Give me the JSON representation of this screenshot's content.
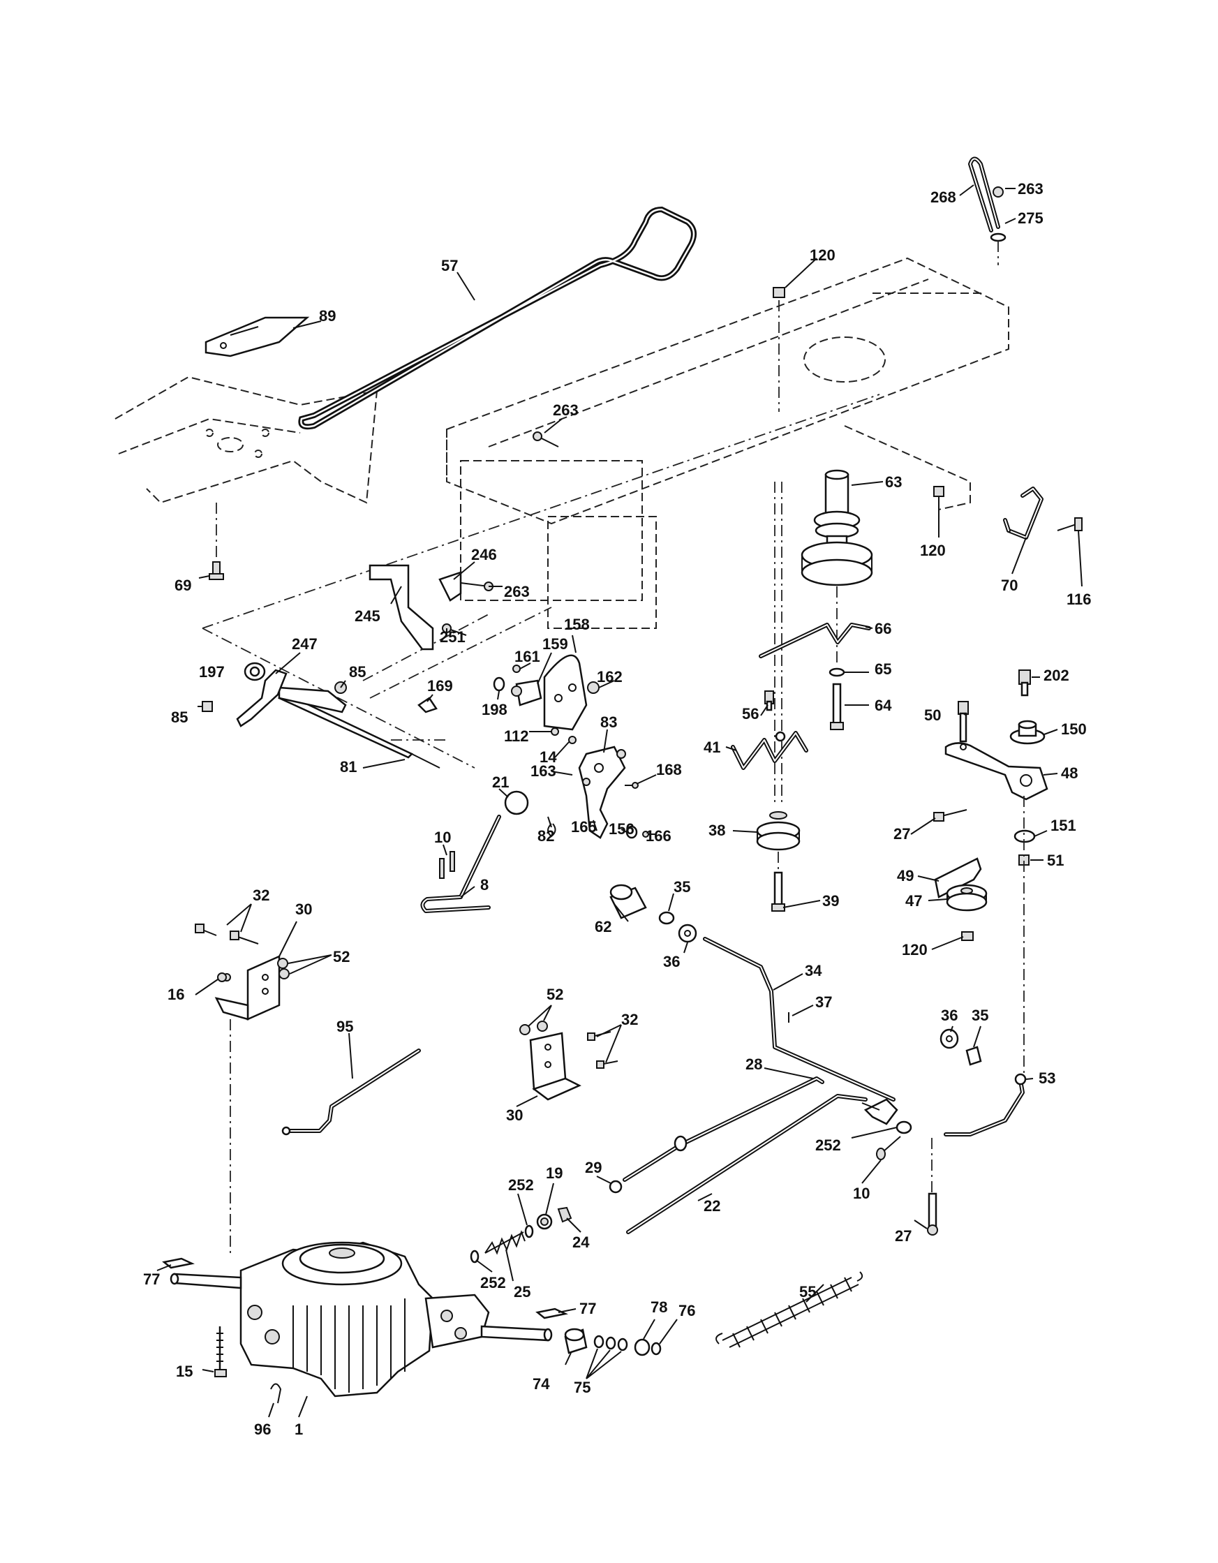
{
  "callouts": {
    "c268": "268",
    "c263a": "263",
    "c275": "275",
    "c120a": "120",
    "c57": "57",
    "c89": "89",
    "c263b": "263",
    "c63": "63",
    "c120b": "120",
    "c70": "70",
    "c116": "116",
    "c69": "69",
    "c246": "246",
    "c263c": "263",
    "c245": "245",
    "c251": "251",
    "c66": "66",
    "c65": "65",
    "c64": "64",
    "c202": "202",
    "c247": "247",
    "c197": "197",
    "c85a": "85",
    "c161": "161",
    "c159": "159",
    "c158": "158",
    "c169": "169",
    "c162": "162",
    "c198": "198",
    "c85b": "85",
    "c56": "56",
    "c50": "50",
    "c150": "150",
    "c112": "112",
    "c83": "83",
    "c41": "41",
    "c14": "14",
    "c48": "48",
    "c81": "81",
    "c21": "21",
    "c163": "163",
    "c168": "168",
    "c38": "38",
    "c27a": "27",
    "c151": "151",
    "c82": "82",
    "c165": "165",
    "c156": "156",
    "c166": "166",
    "c51": "51",
    "c10a": "10",
    "c49": "49",
    "c8": "8",
    "c35a": "35",
    "c39": "39",
    "c47": "47",
    "c32a": "32",
    "c30a": "30",
    "c62": "62",
    "c36a": "36",
    "c120c": "120",
    "c52a": "52",
    "c16": "16",
    "c34": "34",
    "c37": "37",
    "c52b": "52",
    "c95": "95",
    "c32b": "32",
    "c36b": "36",
    "c35b": "35",
    "c28": "28",
    "c53": "53",
    "c30b": "30",
    "c252a": "252",
    "c29": "29",
    "c10b": "10",
    "c19": "19",
    "c252b": "252",
    "c22": "22",
    "c24": "24",
    "c27b": "27",
    "c55": "55",
    "c77a": "77",
    "c252c": "252",
    "c25": "25",
    "c78": "78",
    "c77b": "77",
    "c76": "76",
    "c15": "15",
    "c74": "74",
    "c75": "75",
    "c96": "96",
    "c1": "1"
  }
}
